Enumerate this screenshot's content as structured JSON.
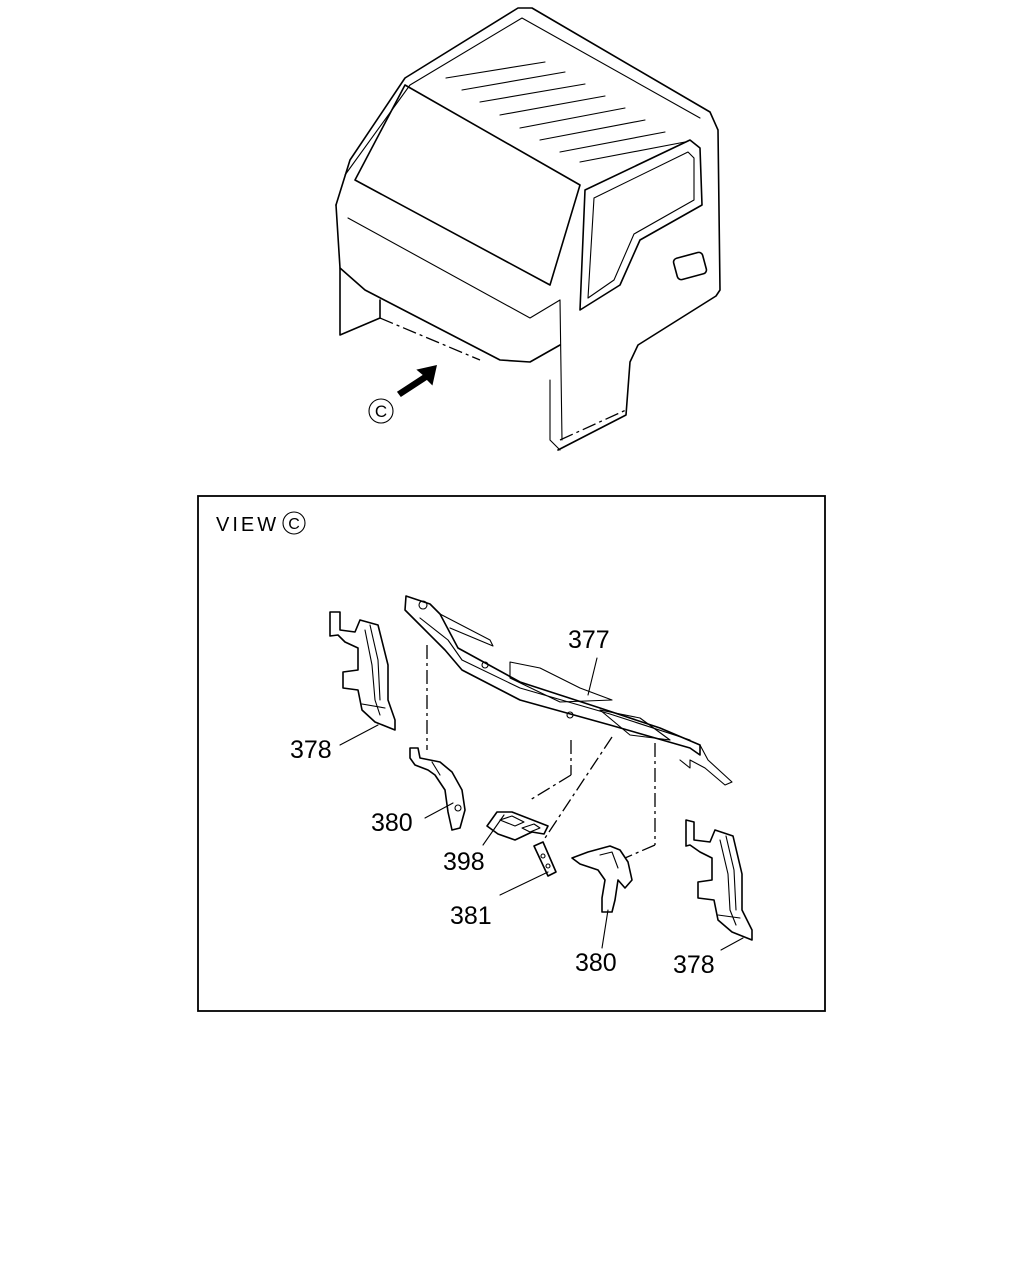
{
  "diagram": {
    "view_marker": "C",
    "view_title": "VIEW",
    "callouts": [
      {
        "id": "377",
        "text": "377"
      },
      {
        "id": "378-left",
        "text": "378"
      },
      {
        "id": "380-left",
        "text": "380"
      },
      {
        "id": "398",
        "text": "398"
      },
      {
        "id": "381",
        "text": "381"
      },
      {
        "id": "380-right",
        "text": "380"
      },
      {
        "id": "378-right",
        "text": "378"
      }
    ]
  }
}
